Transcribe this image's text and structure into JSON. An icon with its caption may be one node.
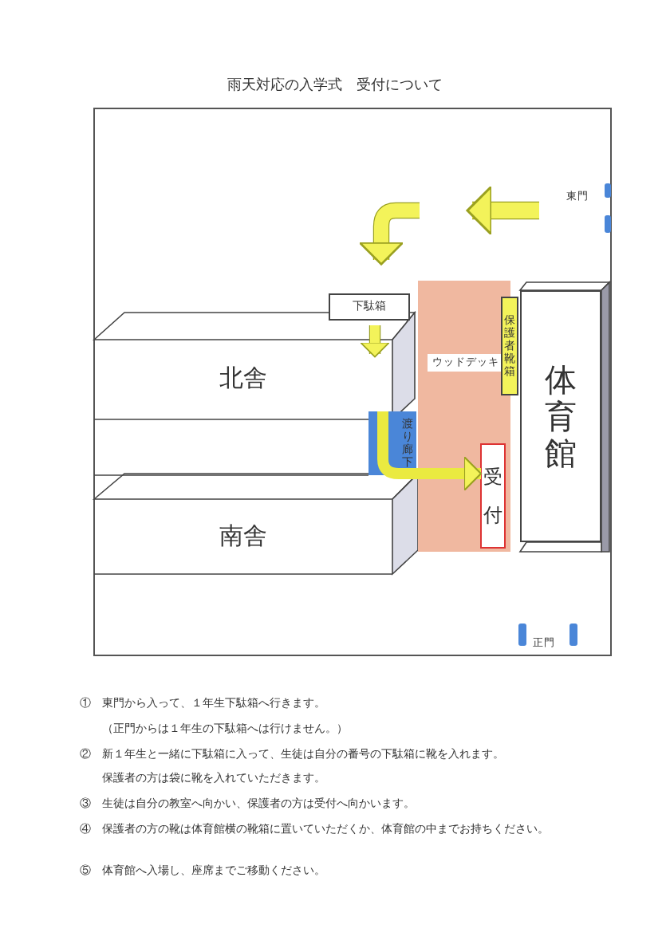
{
  "diagram": {
    "title": "雨天対応の入学式　受付について",
    "nodes": [
      {
        "text": [
          "ウッドデッキ"
        ]
      },
      {
        "text": [
          "下駄箱"
        ]
      },
      {
        "text": [
          "保護者靴箱"
        ]
      },
      {
        "text": [
          "北舎"
        ]
      },
      {
        "text": [
          "体育館"
        ]
      },
      {
        "text": [
          "渡り廊下"
        ]
      },
      {
        "text": [
          "受付"
        ],
        "in": 0
      },
      {
        "text": [
          "南舎"
        ]
      }
    ],
    "edges": [
      {
        "from": 5,
        "to": 6,
        "arrow": "to"
      }
    ],
    "labels": [
      "東門",
      "正門",
      "①　東門から入って、１年生下駄箱へ行きます。",
      "（正門からは１年生の下駄箱へは行けません。）",
      "②　新１年生と一緒に下駄箱に入って、生徒は自分の番号の下駄箱に靴を入れます。",
      "保護者の方は袋に靴を入れていただきます。",
      "③　生徒は自分の教室へ向かい、保護者の方は受付へ向かいます。",
      "④　保護者の方の靴は体育館横の靴箱に置いていただくか、体育館の中までお持ちください。",
      "⑤　体育館へ入場し、座席までご移動ください。"
    ]
  }
}
